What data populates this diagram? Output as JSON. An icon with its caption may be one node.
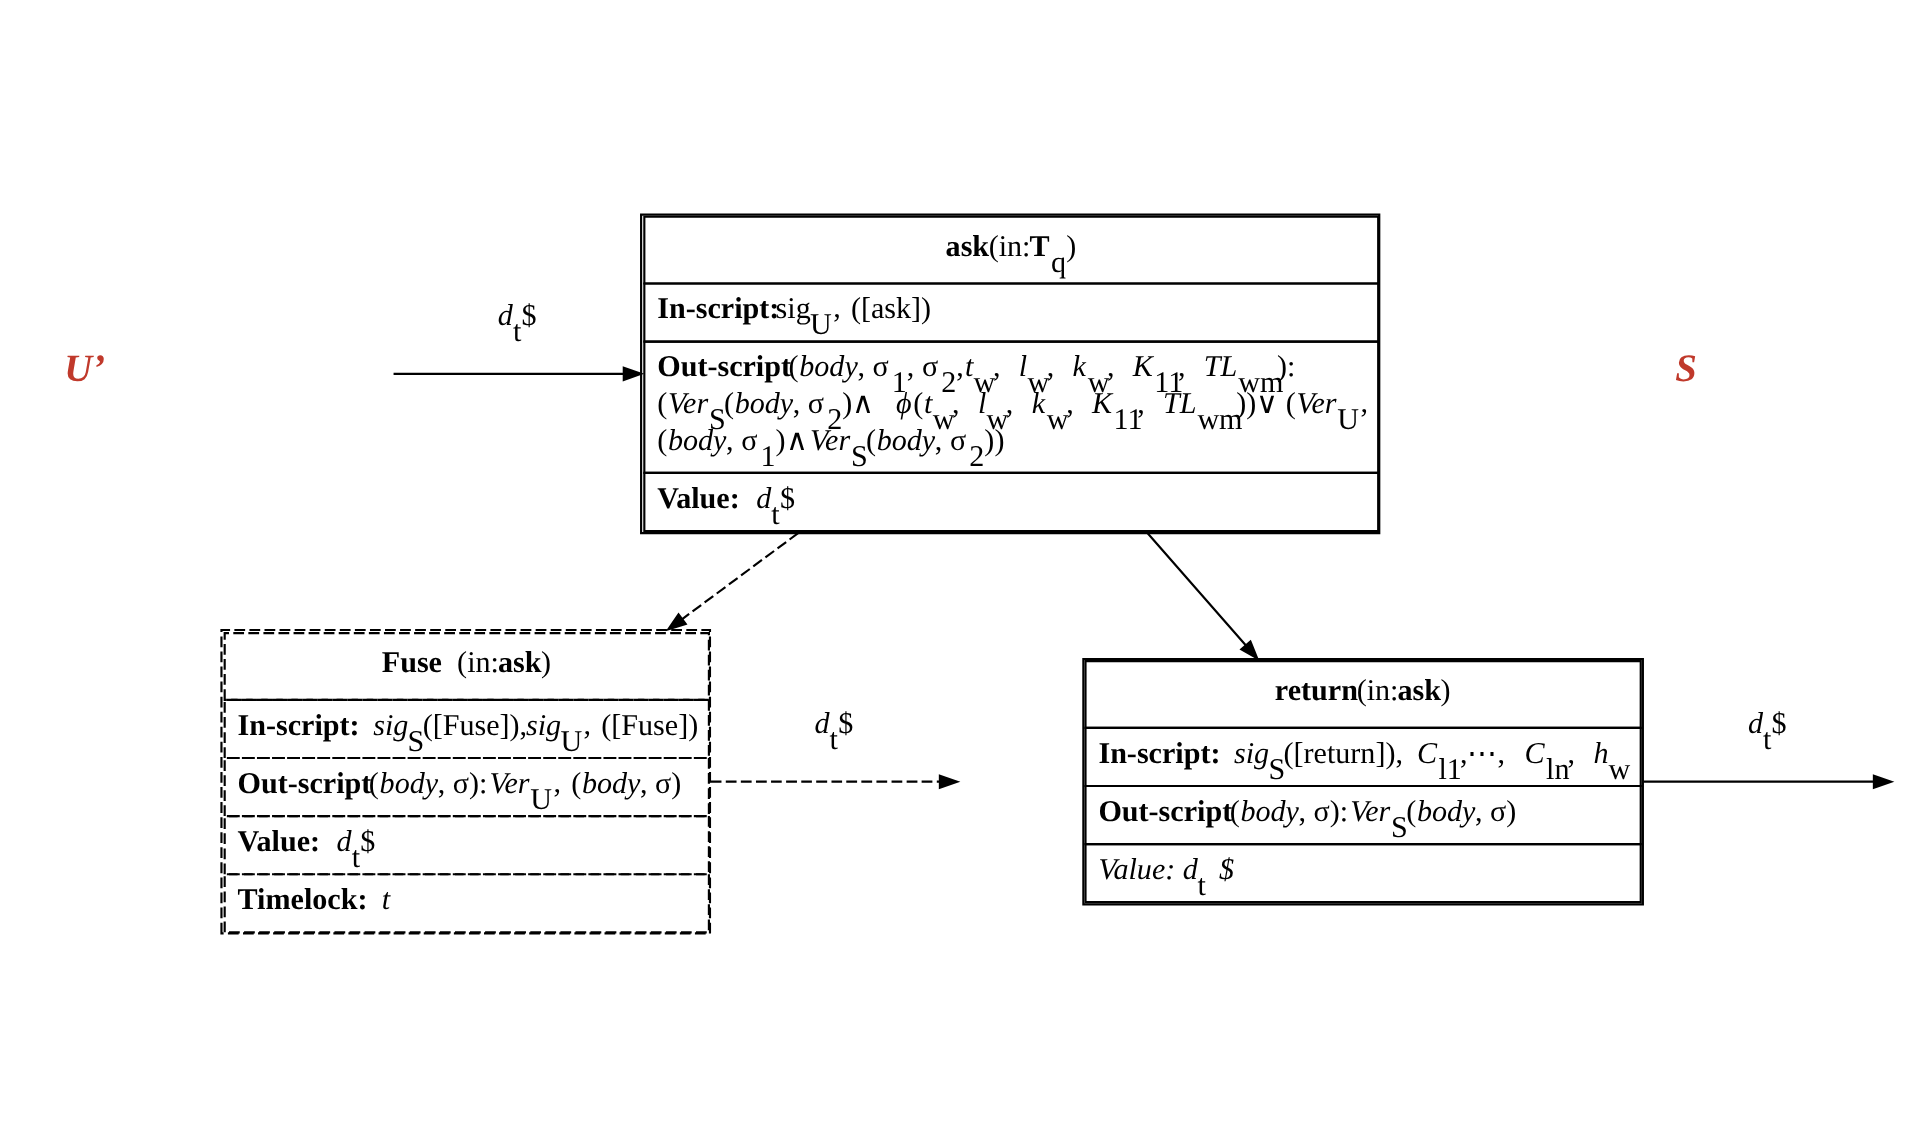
{
  "diagram": {
    "nodes": [
      {
        "text": [
          "**ask**(in:**T**$_{q}$)",
          "**In-script:**sig$_{U’}$ ([ask])",
          "**Out-script**(*body*, σ$_{1}$, σ$_{2}$,*t*$_{w}$, *l*$_{w}$, *k*$_{w}$, *K*$_{11}$, *TL*$_{wm}$): (*Ver*$_{S}$(*body*, σ$_{2}$)∧ *ϕ*(*t*$_{w}$, *l*$_{w}$, *k*$_{w}$, *K*$_{11}$, *TL*$_{wm}$))∨ (*Ver*$_{U’}$ (*body*, σ$_{1}$)∧*Ver*$_{S}$(*body*, σ$_{2}$))",
          "**Value:** *d*$_{t}$$"
        ]
      },
      {
        "text": [
          "**Fuse** (in:**ask**)",
          "**In-script:** *sig*$_{S}$([Fuse]),*sig*$_{U’}$ ([Fuse])",
          "**Out-script**(*body*, σ):*Ver*$_{U’}$ (*body*, σ)",
          "**Value:** *d*$_{t}$$",
          "**Timelock:** *t*"
        ]
      },
      {
        "text": [
          "**return**(in:**ask**)",
          "**In-script:** *sig*$_{S}$([return]), *C*$_{l1}$,⋯, *C*$_{ln}$, *h*$_{w}$",
          "**Out-script**(*body*, σ):*Ver*$_{S}$(*body*, σ)",
          "*Value: d*$_{t}$ *$*"
        ]
      }
    ],
    "edges": [
      {
        "from": null,
        "to": 0,
        "arrow": "to",
        "label": "*d*$_{t}$$"
      },
      {
        "from": 0,
        "to": 1,
        "arrow": "to",
        "style": "dashed"
      },
      {
        "from": 0,
        "to": 2,
        "arrow": "to"
      },
      {
        "from": 1,
        "to": null,
        "arrow": "to",
        "style": "dashed",
        "label": "*d*$_{t}$$"
      },
      {
        "from": 2,
        "to": null,
        "arrow": "to",
        "label": "*d*$_{t}$$"
      }
    ],
    "labels": [
      "U’",
      "S"
    ]
  }
}
